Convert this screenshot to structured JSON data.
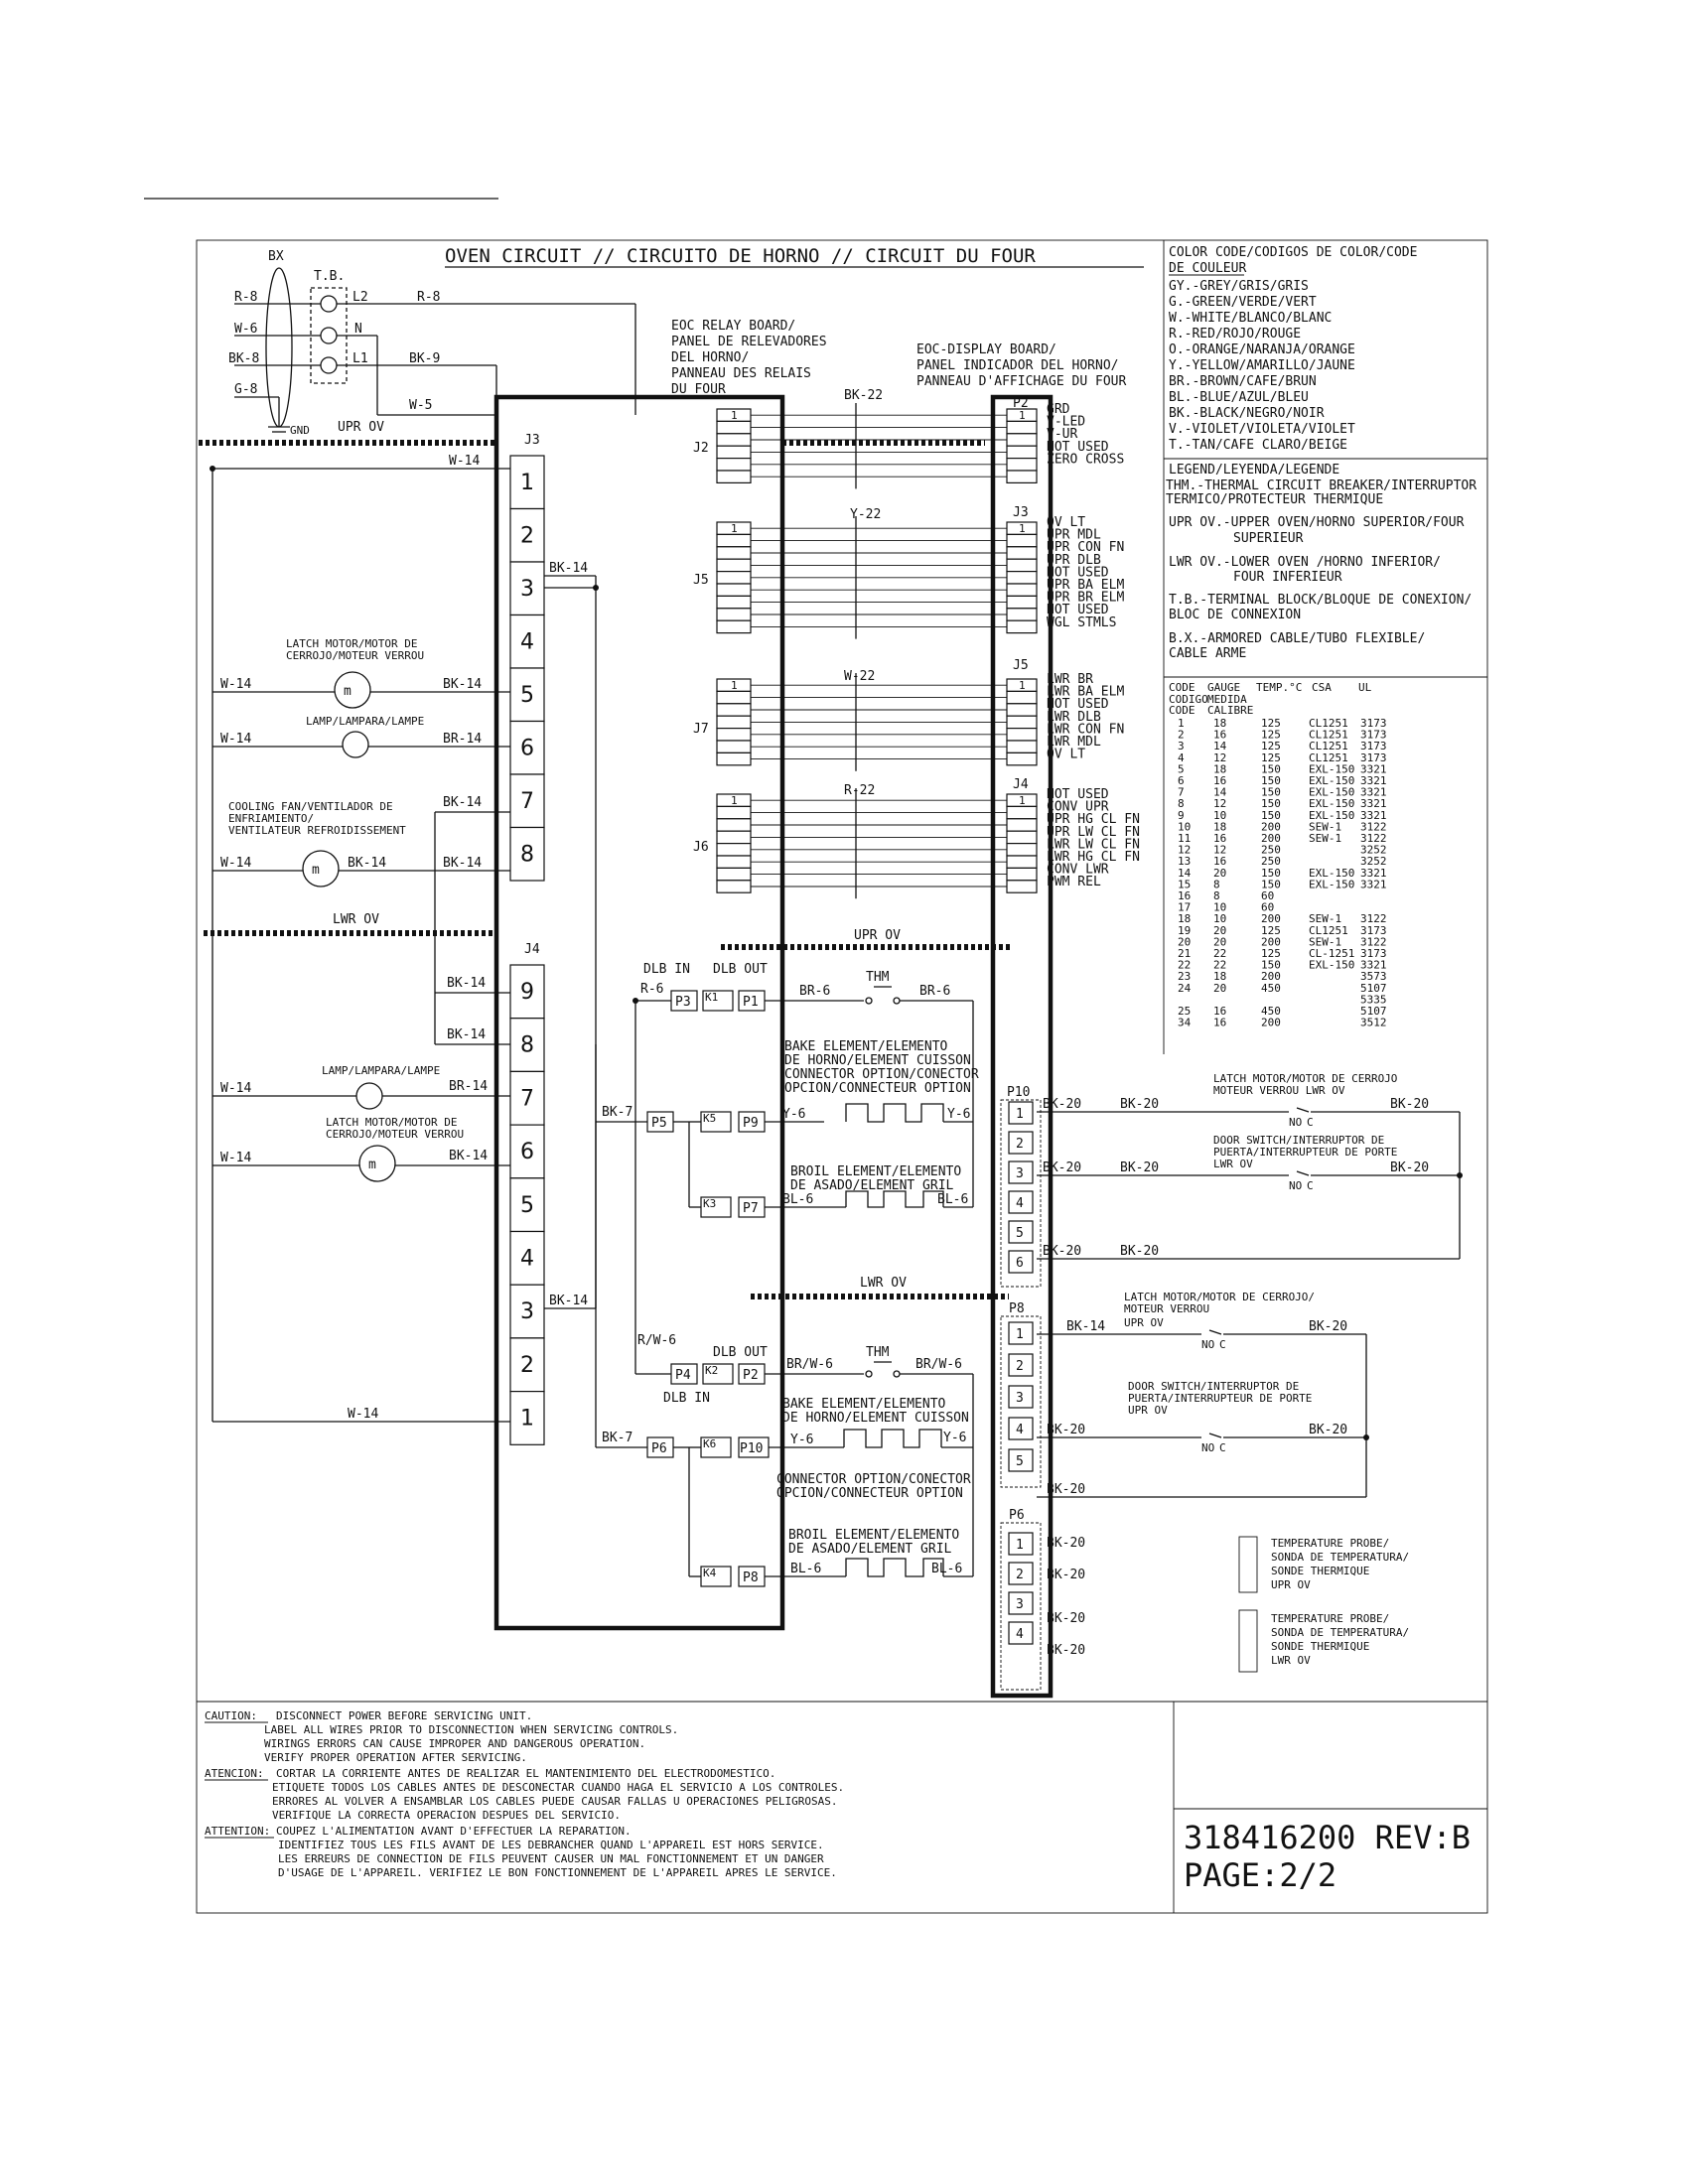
{
  "title": "OVEN CIRCUIT // CIRCUITO DE HORNO // CIRCUIT DU FOUR",
  "color_code": {
    "heading": [
      "COLOR CODE/CODIGOS DE COLOR/CODE",
      "DE COULEUR"
    ],
    "items": [
      "GY.-GREY/GRIS/GRIS",
      "G.-GREEN/VERDE/VERT",
      "W.-WHITE/BLANCO/BLANC",
      "R.-RED/ROJO/ROUGE",
      "O.-ORANGE/NARANJA/ORANGE",
      "Y.-YELLOW/AMARILLO/JAUNE",
      "BR.-BROWN/CAFE/BRUN",
      "BL.-BLUE/AZUL/BLEU",
      "BK.-BLACK/NEGRO/NOIR",
      "V.-VIOLET/VIOLETA/VIOLET",
      "T.-TAN/CAFE CLARO/BEIGE"
    ]
  },
  "legend": {
    "heading": "LEGEND/LEYENDA/LEGENDE",
    "lines": [
      "THM.-THERMAL CIRCUIT BREAKER/INTERRUPTOR",
      "TERMICO/PROTECTEUR THERMIQUE",
      "UPR OV.-UPPER OVEN/HORNO SUPERIOR/FOUR",
      "SUPERIEUR",
      "LWR OV.-LOWER OVEN /HORNO INFERIOR/",
      "FOUR INFERIEUR",
      "T.B.-TERMINAL BLOCK/BLOQUE DE CONEXION/",
      "BLOC DE CONNEXION",
      "B.X.-ARMORED CABLE/TUBO FLEXIBLE/",
      "CABLE ARME"
    ]
  },
  "gauge_table": {
    "headers": [
      "CODE",
      "GAUGE",
      "TEMP.°C",
      "CSA",
      "UL"
    ],
    "subheaders": [
      "CODIGO",
      "MEDIDA",
      "CODE",
      "CALIBRE"
    ],
    "rows": [
      [
        "1",
        "18",
        "125",
        "CL1251",
        "3173"
      ],
      [
        "2",
        "16",
        "125",
        "CL1251",
        "3173"
      ],
      [
        "3",
        "14",
        "125",
        "CL1251",
        "3173"
      ],
      [
        "4",
        "12",
        "125",
        "CL1251",
        "3173"
      ],
      [
        "5",
        "18",
        "150",
        "EXL-150",
        "3321"
      ],
      [
        "6",
        "16",
        "150",
        "EXL-150",
        "3321"
      ],
      [
        "7",
        "14",
        "150",
        "EXL-150",
        "3321"
      ],
      [
        "8",
        "12",
        "150",
        "EXL-150",
        "3321"
      ],
      [
        "9",
        "10",
        "150",
        "EXL-150",
        "3321"
      ],
      [
        "10",
        "18",
        "200",
        "SEW-1",
        "3122"
      ],
      [
        "11",
        "16",
        "200",
        "SEW-1",
        "3122"
      ],
      [
        "12",
        "12",
        "250",
        "",
        "3252"
      ],
      [
        "13",
        "16",
        "250",
        "",
        "3252"
      ],
      [
        "14",
        "20",
        "150",
        "EXL-150",
        "3321"
      ],
      [
        "15",
        "8",
        "150",
        "EXL-150",
        "3321"
      ],
      [
        "16",
        "8",
        "60",
        "",
        ""
      ],
      [
        "17",
        "10",
        "60",
        "",
        ""
      ],
      [
        "18",
        "10",
        "200",
        "SEW-1",
        "3122"
      ],
      [
        "19",
        "20",
        "125",
        "CL1251",
        "3173"
      ],
      [
        "20",
        "20",
        "200",
        "SEW-1",
        "3122"
      ],
      [
        "21",
        "22",
        "125",
        "CL-1251",
        "3173"
      ],
      [
        "22",
        "22",
        "150",
        "EXL-150",
        "3321"
      ],
      [
        "23",
        "18",
        "200",
        "",
        "3573"
      ],
      [
        "24",
        "20",
        "450",
        "",
        "5107"
      ],
      [
        "",
        "",
        "",
        "",
        "5335"
      ],
      [
        "25",
        "16",
        "450",
        "",
        "5107"
      ],
      [
        "34",
        "16",
        "200",
        "",
        "3512"
      ]
    ]
  },
  "power": {
    "bx": "BX",
    "tb": "T.B.",
    "wires_left": [
      "R-8",
      "W-6",
      "BK-8",
      "G-8"
    ],
    "terminals": [
      "L2",
      "N",
      "L1"
    ],
    "wires_right": [
      "R-8",
      "BK-9",
      "W-5"
    ],
    "gnd": "GND",
    "upr_ov": "UPR OV"
  },
  "relay_board": [
    "EOC RELAY BOARD/",
    "PANEL DE RELEVADORES",
    "DEL HORNO/",
    "PANNEAU DES RELAIS",
    "DU FOUR"
  ],
  "display_board": [
    "EOC-DISPLAY BOARD/",
    "PANEL INDICADOR DEL HORNO/",
    "PANNEAU D'AFFICHAGE DU FOUR"
  ],
  "j3": {
    "label": "J3",
    "pins": [
      "1",
      "2",
      "3",
      "4",
      "5",
      "6",
      "7",
      "8"
    ],
    "wires": [
      "W-14",
      "BK-14",
      "BK-14",
      "BR-14",
      "BK-14",
      "BK-14",
      "BK-14"
    ]
  },
  "j4": {
    "label": "J4",
    "pins": [
      "9",
      "8",
      "7",
      "6",
      "5",
      "4",
      "3",
      "2",
      "1"
    ],
    "wires": [
      "BK-14",
      "BK-14",
      "BR-14",
      "BK-14",
      "BK-14",
      "W-14"
    ]
  },
  "loads_upper": {
    "latch_motor": [
      "LATCH MOTOR/MOTOR DE",
      "CERROJO/MOTEUR VERROU"
    ],
    "lamp": "LAMP/LAMPARA/LAMPE",
    "fan": [
      "COOLING FAN/VENTILADOR DE",
      "ENFRIAMIENTO/",
      "VENTILATEUR REFROIDISSEMENT"
    ],
    "w14_labels": [
      "W-14",
      "W-14",
      "W-14",
      "W-14"
    ]
  },
  "loads_lower": {
    "lamp": "LAMP/LAMPARA/LAMPE",
    "latch_motor": [
      "LATCH MOTOR/MOTOR DE",
      "CERROJO/MOTEUR VERROU"
    ],
    "w14_labels": [
      "W-14",
      "W-14"
    ]
  },
  "sections": {
    "upr_ov": "UPR OV",
    "lwr_ov": "LWR OV"
  },
  "harness": {
    "j2": "J2",
    "j5": "J5",
    "j7": "J7",
    "j6": "J6",
    "bk22": "BK-22",
    "y22": "Y-22",
    "w22": "W-22",
    "r22": "R-22",
    "pin1": "1"
  },
  "display_connectors": {
    "p2": {
      "label": "P2",
      "signals": [
        "GRD",
        "V-LED",
        "V-UR",
        "NOT USED",
        "ZERO CROSS"
      ]
    },
    "j3": {
      "label": "J3",
      "signals": [
        "OV LT",
        "UPR MDL",
        "UPR CON FN",
        "UPR DLB",
        "NOT USED",
        "UPR BA ELM",
        "UPR BR ELM",
        "NOT USED",
        "WGL STMLS"
      ]
    },
    "j5": {
      "label": "J5",
      "signals": [
        "LWR BR",
        "LWR BA ELM",
        "NOT USED",
        "LWR DLB",
        "LWR CON FN",
        "LWR MDL",
        "OV LT"
      ]
    },
    "j4": {
      "label": "J4",
      "signals": [
        "NOT USED",
        "CONV UPR",
        "UPR HG CL FN",
        "UPR LW CL FN",
        "LWR LW CL FN",
        "LWR HG CL FN",
        "CONV LWR",
        "PWM REL"
      ]
    }
  },
  "upper_oven_relays": {
    "dlb_in": "DLB IN",
    "dlb_out": "DLB OUT",
    "r6": "R-6",
    "br6a": "BR-6",
    "br6b": "BR-6",
    "thm": "THM",
    "p3": "P3",
    "p1": "P1",
    "k1": "K1",
    "bk7": "BK-7",
    "p5": "P5",
    "p9": "P9",
    "k5": "K5",
    "p7": "P7",
    "k3": "K3",
    "bake": [
      "BAKE ELEMENT/ELEMENTO",
      "DE HORNO/ELEMENT CUISSON"
    ],
    "connector": [
      "CONNECTOR OPTION/CONECTOR",
      "OPCION/CONNECTEUR OPTION"
    ],
    "y6a": "Y-6",
    "y6b": "Y-6",
    "broil": [
      "BROIL ELEMENT/ELEMENTO",
      "DE ASADO/ELEMENT GRIL"
    ],
    "bl6a": "BL-6",
    "bl6b": "BL-6"
  },
  "lower_oven_relays": {
    "rw6": "R/W-6",
    "dlb_out": "DLB OUT",
    "dlb_in": "DLB IN",
    "p4": "P4",
    "p2": "P2",
    "k2": "K2",
    "brw6a": "BR/W-6",
    "brw6b": "BR/W-6",
    "thm": "THM",
    "bk7": "BK-7",
    "p6": "P6",
    "p10": "P10",
    "k6": "K6",
    "p8": "P8",
    "k4": "K4",
    "bake": [
      "BAKE ELEMENT/ELEMENTO",
      "DE HORNO/ELEMENT CUISSON"
    ],
    "y6a": "Y-6",
    "y6b": "Y-6",
    "connector": [
      "CONNECTOR OPTION/CONECTOR",
      "OPCION/CONNECTEUR OPTION"
    ],
    "broil": [
      "BROIL ELEMENT/ELEMENTO",
      "DE ASADO/ELEMENT GRIL"
    ],
    "bl6a": "BL-6",
    "bl6b": "BL-6"
  },
  "p10": {
    "label": "P10",
    "pins": [
      "1",
      "2",
      "3",
      "4",
      "5",
      "6"
    ],
    "wires": [
      "BK-20",
      "BK-20",
      "BK-20",
      "BK-20",
      "BK-20",
      "BK-20",
      "BK-20",
      "BK-20"
    ],
    "latch": [
      "LATCH MOTOR/MOTOR DE CERROJO",
      "MOTEUR VERROU LWR OV"
    ],
    "door": [
      "DOOR SWITCH/INTERRUPTOR DE",
      "PUERTA/INTERRUPTEUR DE PORTE",
      "LWR OV"
    ],
    "no": "NO",
    "c": "C"
  },
  "p8": {
    "label": "P8",
    "pins": [
      "1",
      "2",
      "3",
      "4",
      "5"
    ],
    "wires": [
      "BK-14",
      "BK-20",
      "BK-20",
      "BK-20",
      "BK-20"
    ],
    "latch": [
      "LATCH MOTOR/MOTOR DE CERROJO/",
      "MOTEUR VERROU",
      "UPR OV"
    ],
    "door": [
      "DOOR SWITCH/INTERRUPTOR DE",
      "PUERTA/INTERRUPTEUR DE PORTE",
      "UPR OV"
    ],
    "no": "NO",
    "c": "C"
  },
  "p6": {
    "label": "P6",
    "pins": [
      "1",
      "2",
      "3",
      "4"
    ],
    "wires": [
      "BK-20",
      "BK-20",
      "BK-20",
      "BK-20"
    ],
    "probe_upper": [
      "TEMPERATURE PROBE/",
      "SONDA DE TEMPERATURA/",
      "SONDE THERMIQUE",
      "UPR OV"
    ],
    "probe_lower": [
      "TEMPERATURE PROBE/",
      "SONDA DE TEMPERATURA/",
      "SONDE THERMIQUE",
      "LWR OV"
    ]
  },
  "caution": {
    "caution_label": "CAUTION:",
    "caution_lines": [
      "DISCONNECT POWER BEFORE SERVICING UNIT.",
      "LABEL ALL WIRES PRIOR TO DISCONNECTION WHEN SERVICING CONTROLS.",
      "WIRINGS ERRORS CAN CAUSE IMPROPER AND DANGEROUS OPERATION.",
      "VERIFY PROPER OPERATION AFTER SERVICING."
    ],
    "atencion_label": "ATENCION:",
    "atencion_lines": [
      "CORTAR LA CORRIENTE ANTES DE REALIZAR EL MANTENIMIENTO DEL ELECTRODOMESTICO.",
      "ETIQUETE TODOS LOS CABLES ANTES DE DESCONECTAR CUANDO HAGA EL SERVICIO A LOS CONTROLES.",
      "ERRORES AL VOLVER A ENSAMBLAR LOS CABLES PUEDE CAUSAR FALLAS U OPERACIONES PELIGROSAS.",
      "VERIFIQUE LA CORRECTA OPERACION DESPUES DEL SERVICIO."
    ],
    "attention_label": "ATTENTION:",
    "attention_lines": [
      "COUPEZ L'ALIMENTATION AVANT D'EFFECTUER LA REPARATION.",
      "IDENTIFIEZ TOUS LES FILS AVANT DE LES DEBRANCHER QUAND L'APPAREIL EST HORS SERVICE.",
      "LES ERREURS DE CONNECTION DE FILS PEUVENT CAUSER UN MAL FONCTIONNEMENT ET UN DANGER",
      "D'USAGE DE L'APPAREIL. VERIFIEZ LE BON FONCTIONNEMENT DE L'APPAREIL APRES LE SERVICE."
    ]
  },
  "doc_number": "318416200 REV:B",
  "page": "PAGE:2/2"
}
